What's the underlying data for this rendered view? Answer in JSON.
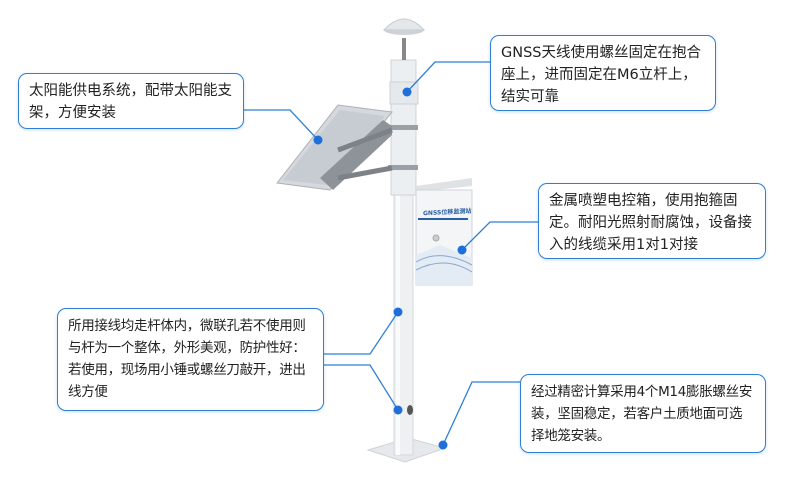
{
  "callouts": {
    "solar": "太阳能供电系统，配带太阳能支架，方便安装",
    "gnss_antenna": "GNSS天线使用螺丝固定在抱合座上，进而固定在M6立杆上，结实可靠",
    "control_box": "金属喷塑电控箱，使用抱箍固定。耐阳光照射耐腐蚀，设备接入的线缆采用1对1对接",
    "wiring": "所用接线均走杆体内，微联孔若不使用则与杆为一个整体，外形美观，防护性好：若使用，现场用小锤或螺丝刀敲开，进出线方便",
    "foundation": "经过精密计算采用4个M14膨胀螺丝安装，坚固稳定，若客户土质地面可选择地笼安装。"
  },
  "enclosure_label": "GNSS位移监测站",
  "colors": {
    "accent": "#2f7fd6",
    "pole": "#eef0f2",
    "panel": "#c9ced4"
  }
}
